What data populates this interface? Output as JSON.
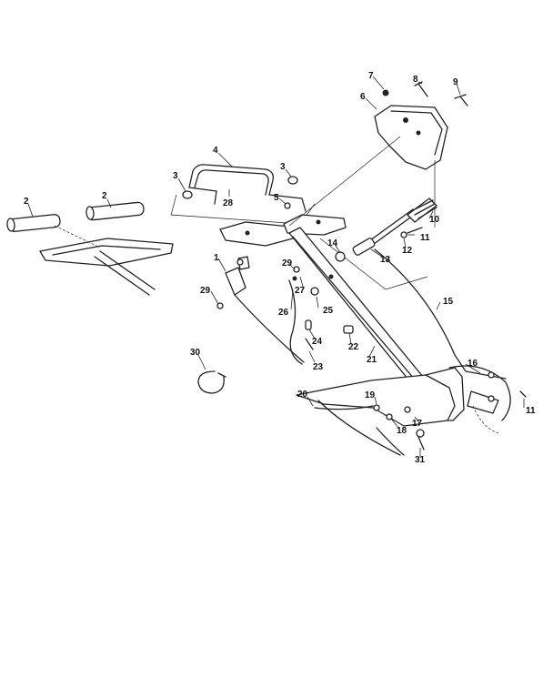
{
  "diagram": {
    "callouts": [
      {
        "id": "c1",
        "text": "1"
      },
      {
        "id": "c2a",
        "text": "2"
      },
      {
        "id": "c2b",
        "text": "2"
      },
      {
        "id": "c3a",
        "text": "3"
      },
      {
        "id": "c3b",
        "text": "3"
      },
      {
        "id": "c4",
        "text": "4"
      },
      {
        "id": "c5",
        "text": "5"
      },
      {
        "id": "c6",
        "text": "6"
      },
      {
        "id": "c7",
        "text": "7"
      },
      {
        "id": "c8",
        "text": "8"
      },
      {
        "id": "c9",
        "text": "9"
      },
      {
        "id": "c10",
        "text": "10"
      },
      {
        "id": "c11a",
        "text": "11"
      },
      {
        "id": "c11b",
        "text": "11"
      },
      {
        "id": "c12",
        "text": "12"
      },
      {
        "id": "c13",
        "text": "13"
      },
      {
        "id": "c14",
        "text": "14"
      },
      {
        "id": "c15",
        "text": "15"
      },
      {
        "id": "c16",
        "text": "16"
      },
      {
        "id": "c17",
        "text": "17"
      },
      {
        "id": "c18",
        "text": "18"
      },
      {
        "id": "c19",
        "text": "19"
      },
      {
        "id": "c20",
        "text": "20"
      },
      {
        "id": "c21",
        "text": "21"
      },
      {
        "id": "c22",
        "text": "22"
      },
      {
        "id": "c23",
        "text": "23"
      },
      {
        "id": "c24",
        "text": "24"
      },
      {
        "id": "c25",
        "text": "25"
      },
      {
        "id": "c26",
        "text": "26"
      },
      {
        "id": "c27",
        "text": "27"
      },
      {
        "id": "c28",
        "text": "28"
      },
      {
        "id": "c29a",
        "text": "29"
      },
      {
        "id": "c29b",
        "text": "29"
      },
      {
        "id": "c30",
        "text": "30"
      },
      {
        "id": "c31",
        "text": "31"
      }
    ]
  }
}
